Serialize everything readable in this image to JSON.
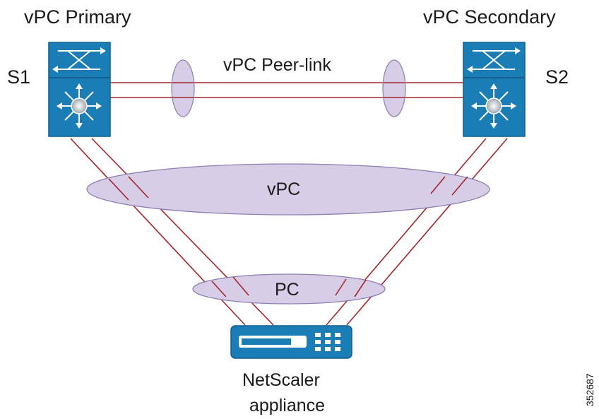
{
  "diagram": {
    "labels": {
      "primary": "vPC Primary",
      "secondary": "vPC Secondary",
      "s1": "S1",
      "s2": "S2",
      "peer_link": "vPC Peer-link",
      "vpc": "vPC",
      "pc": "PC",
      "appliance_line1": "NetScaler",
      "appliance_line2": "appliance",
      "figure_id": "352687"
    },
    "colors": {
      "switch_fill": "#1b7db5",
      "switch_border": "#0f5f8f",
      "link_line": "#a3262c",
      "ellipse_fill": "#d7cde6",
      "ellipse_stroke": "#8e7fb0",
      "appliance_fill": "#1b7db5"
    },
    "icons": {
      "switch": "nexus-switch-icon",
      "appliance": "netscaler-appliance-icon"
    }
  }
}
